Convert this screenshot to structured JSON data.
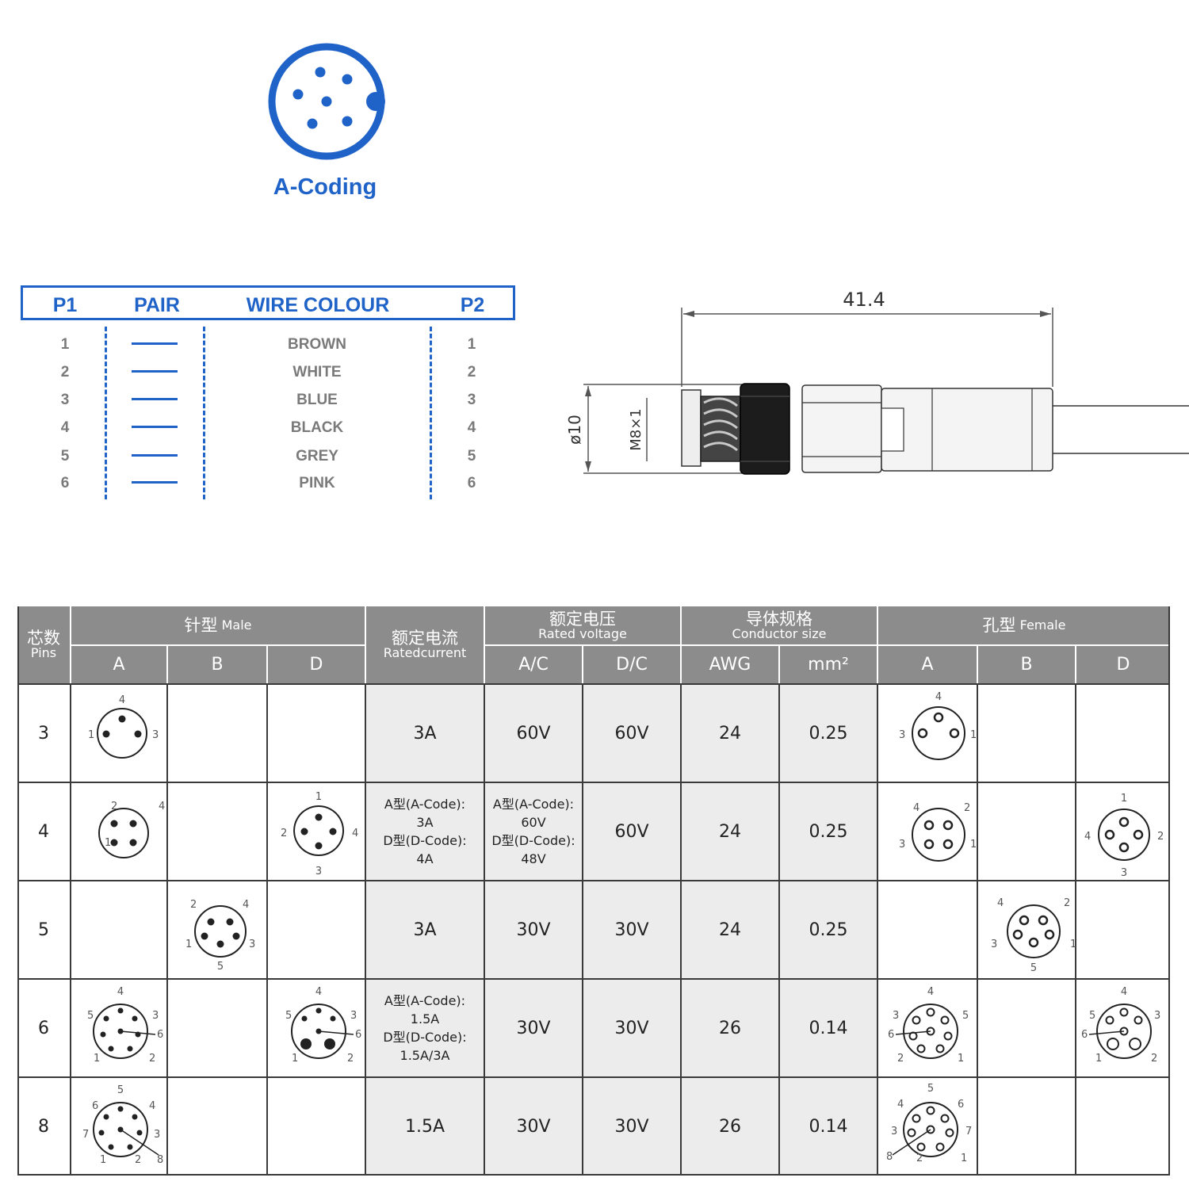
{
  "logo": {
    "label": "A-Coding",
    "icon": "a-coding-6pin-connector-icon",
    "color": "#1f63c8"
  },
  "wiring": {
    "headers": {
      "p1": "P1",
      "pair": "PAIR",
      "colour": "WIRE COLOUR",
      "p2": "P2"
    },
    "rows": [
      {
        "p1": "1",
        "colour": "BROWN",
        "p2": "1"
      },
      {
        "p1": "2",
        "colour": "WHITE",
        "p2": "2"
      },
      {
        "p1": "3",
        "colour": "BLUE",
        "p2": "3"
      },
      {
        "p1": "4",
        "colour": "BLACK",
        "p2": "4"
      },
      {
        "p1": "5",
        "colour": "GREY",
        "p2": "5"
      },
      {
        "p1": "6",
        "colour": "PINK",
        "p2": "6"
      }
    ]
  },
  "drawing": {
    "length": "41.4",
    "diameter": "ø10",
    "thread": "M8×1"
  },
  "spec": {
    "headers": {
      "pins_zh": "芯数",
      "pins_en": "Pins",
      "male_zh": "针型",
      "male_en": "Male",
      "current_zh": "额定电流",
      "current_en": "Ratedcurrent",
      "voltage_zh": "额定电压",
      "voltage_en": "Rated voltage",
      "conductor_zh": "导体规格",
      "conductor_en": "Conductor size",
      "female_zh": "孔型",
      "female_en": "Female",
      "a": "A",
      "b": "B",
      "d": "D",
      "ac": "A/C",
      "dc": "D/C",
      "awg": "AWG",
      "mm2": "mm²"
    },
    "rows": [
      {
        "pins": "3",
        "current": [
          "3A"
        ],
        "ac": [
          "60V"
        ],
        "dc": "60V",
        "awg": "24",
        "mm2": "0.25"
      },
      {
        "pins": "4",
        "current": [
          "A型(A-Code):",
          "3A",
          "D型(D-Code):",
          "4A"
        ],
        "ac": [
          "A型(A-Code):",
          "60V",
          "D型(D-Code):",
          "48V"
        ],
        "dc": "60V",
        "awg": "24",
        "mm2": "0.25"
      },
      {
        "pins": "5",
        "current": [
          "3A"
        ],
        "ac": [
          "30V"
        ],
        "dc": "30V",
        "awg": "24",
        "mm2": "0.25"
      },
      {
        "pins": "6",
        "current": [
          "A型(A-Code):",
          "1.5A",
          "D型(D-Code):",
          "1.5A/3A"
        ],
        "ac": [
          "30V"
        ],
        "dc": "30V",
        "awg": "26",
        "mm2": "0.14"
      },
      {
        "pins": "8",
        "current": [
          "1.5A"
        ],
        "ac": [
          "30V"
        ],
        "dc": "30V",
        "awg": "26",
        "mm2": "0.14"
      }
    ]
  }
}
